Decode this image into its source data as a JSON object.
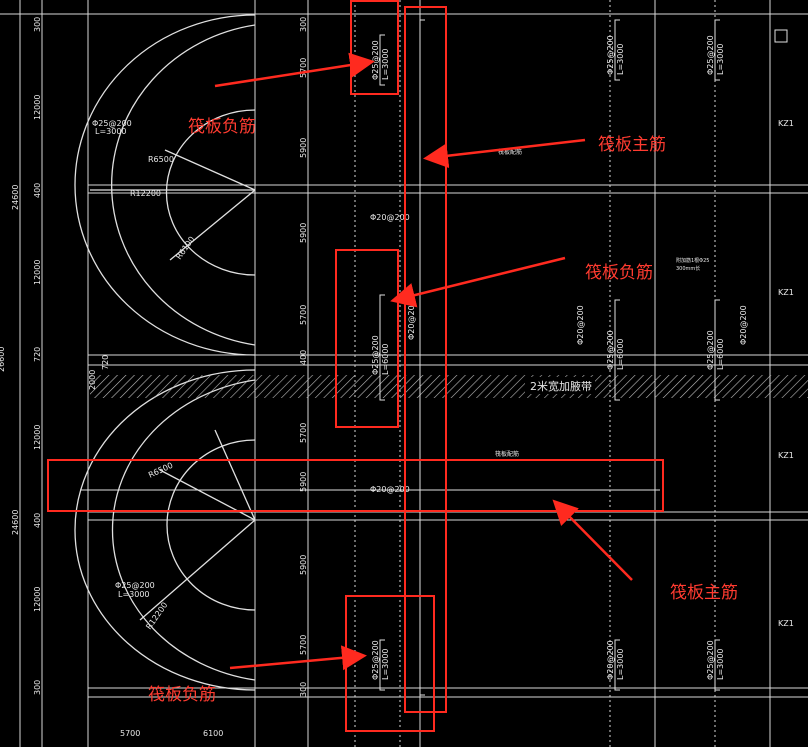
{
  "annotations": {
    "neg_rebar_top": "筏板负筋",
    "main_rebar_vertical": "筏板主筋",
    "neg_rebar_mid": "筏板负筋",
    "main_rebar_horizontal": "筏板主筋",
    "neg_rebar_bottom": "筏板负筋"
  },
  "left_dimensions": {
    "outer": [
      "24600",
      "24600",
      "26600"
    ],
    "inner": [
      "300",
      "12000",
      "400",
      "12000",
      "720",
      "12000",
      "400",
      "12000",
      "300"
    ],
    "column": [
      "300",
      "5700",
      "5900",
      "5900",
      "5700",
      "400",
      "5700",
      "5900",
      "5900",
      "5700",
      "300"
    ]
  },
  "bottom_dimensions": [
    "5700",
    "6100"
  ],
  "cad_labels": {
    "rebar_25_200": "Φ25@200",
    "len_3000": "L=3000",
    "rebar_20_200": "Φ20@200",
    "len_6000": "L=6000",
    "r6500": "R6500",
    "r12200": "R12200",
    "r6100": "R6100",
    "r6500b": "R6500",
    "r12200b": "R12200",
    "band": "2米宽加腋带",
    "dim_2000": "2000",
    "dim_720": "720",
    "kz1": "KZ1",
    "small_note": "筏板配筋",
    "small_note2": "附加筋1根Φ25",
    "small_note3": "300mm长"
  }
}
